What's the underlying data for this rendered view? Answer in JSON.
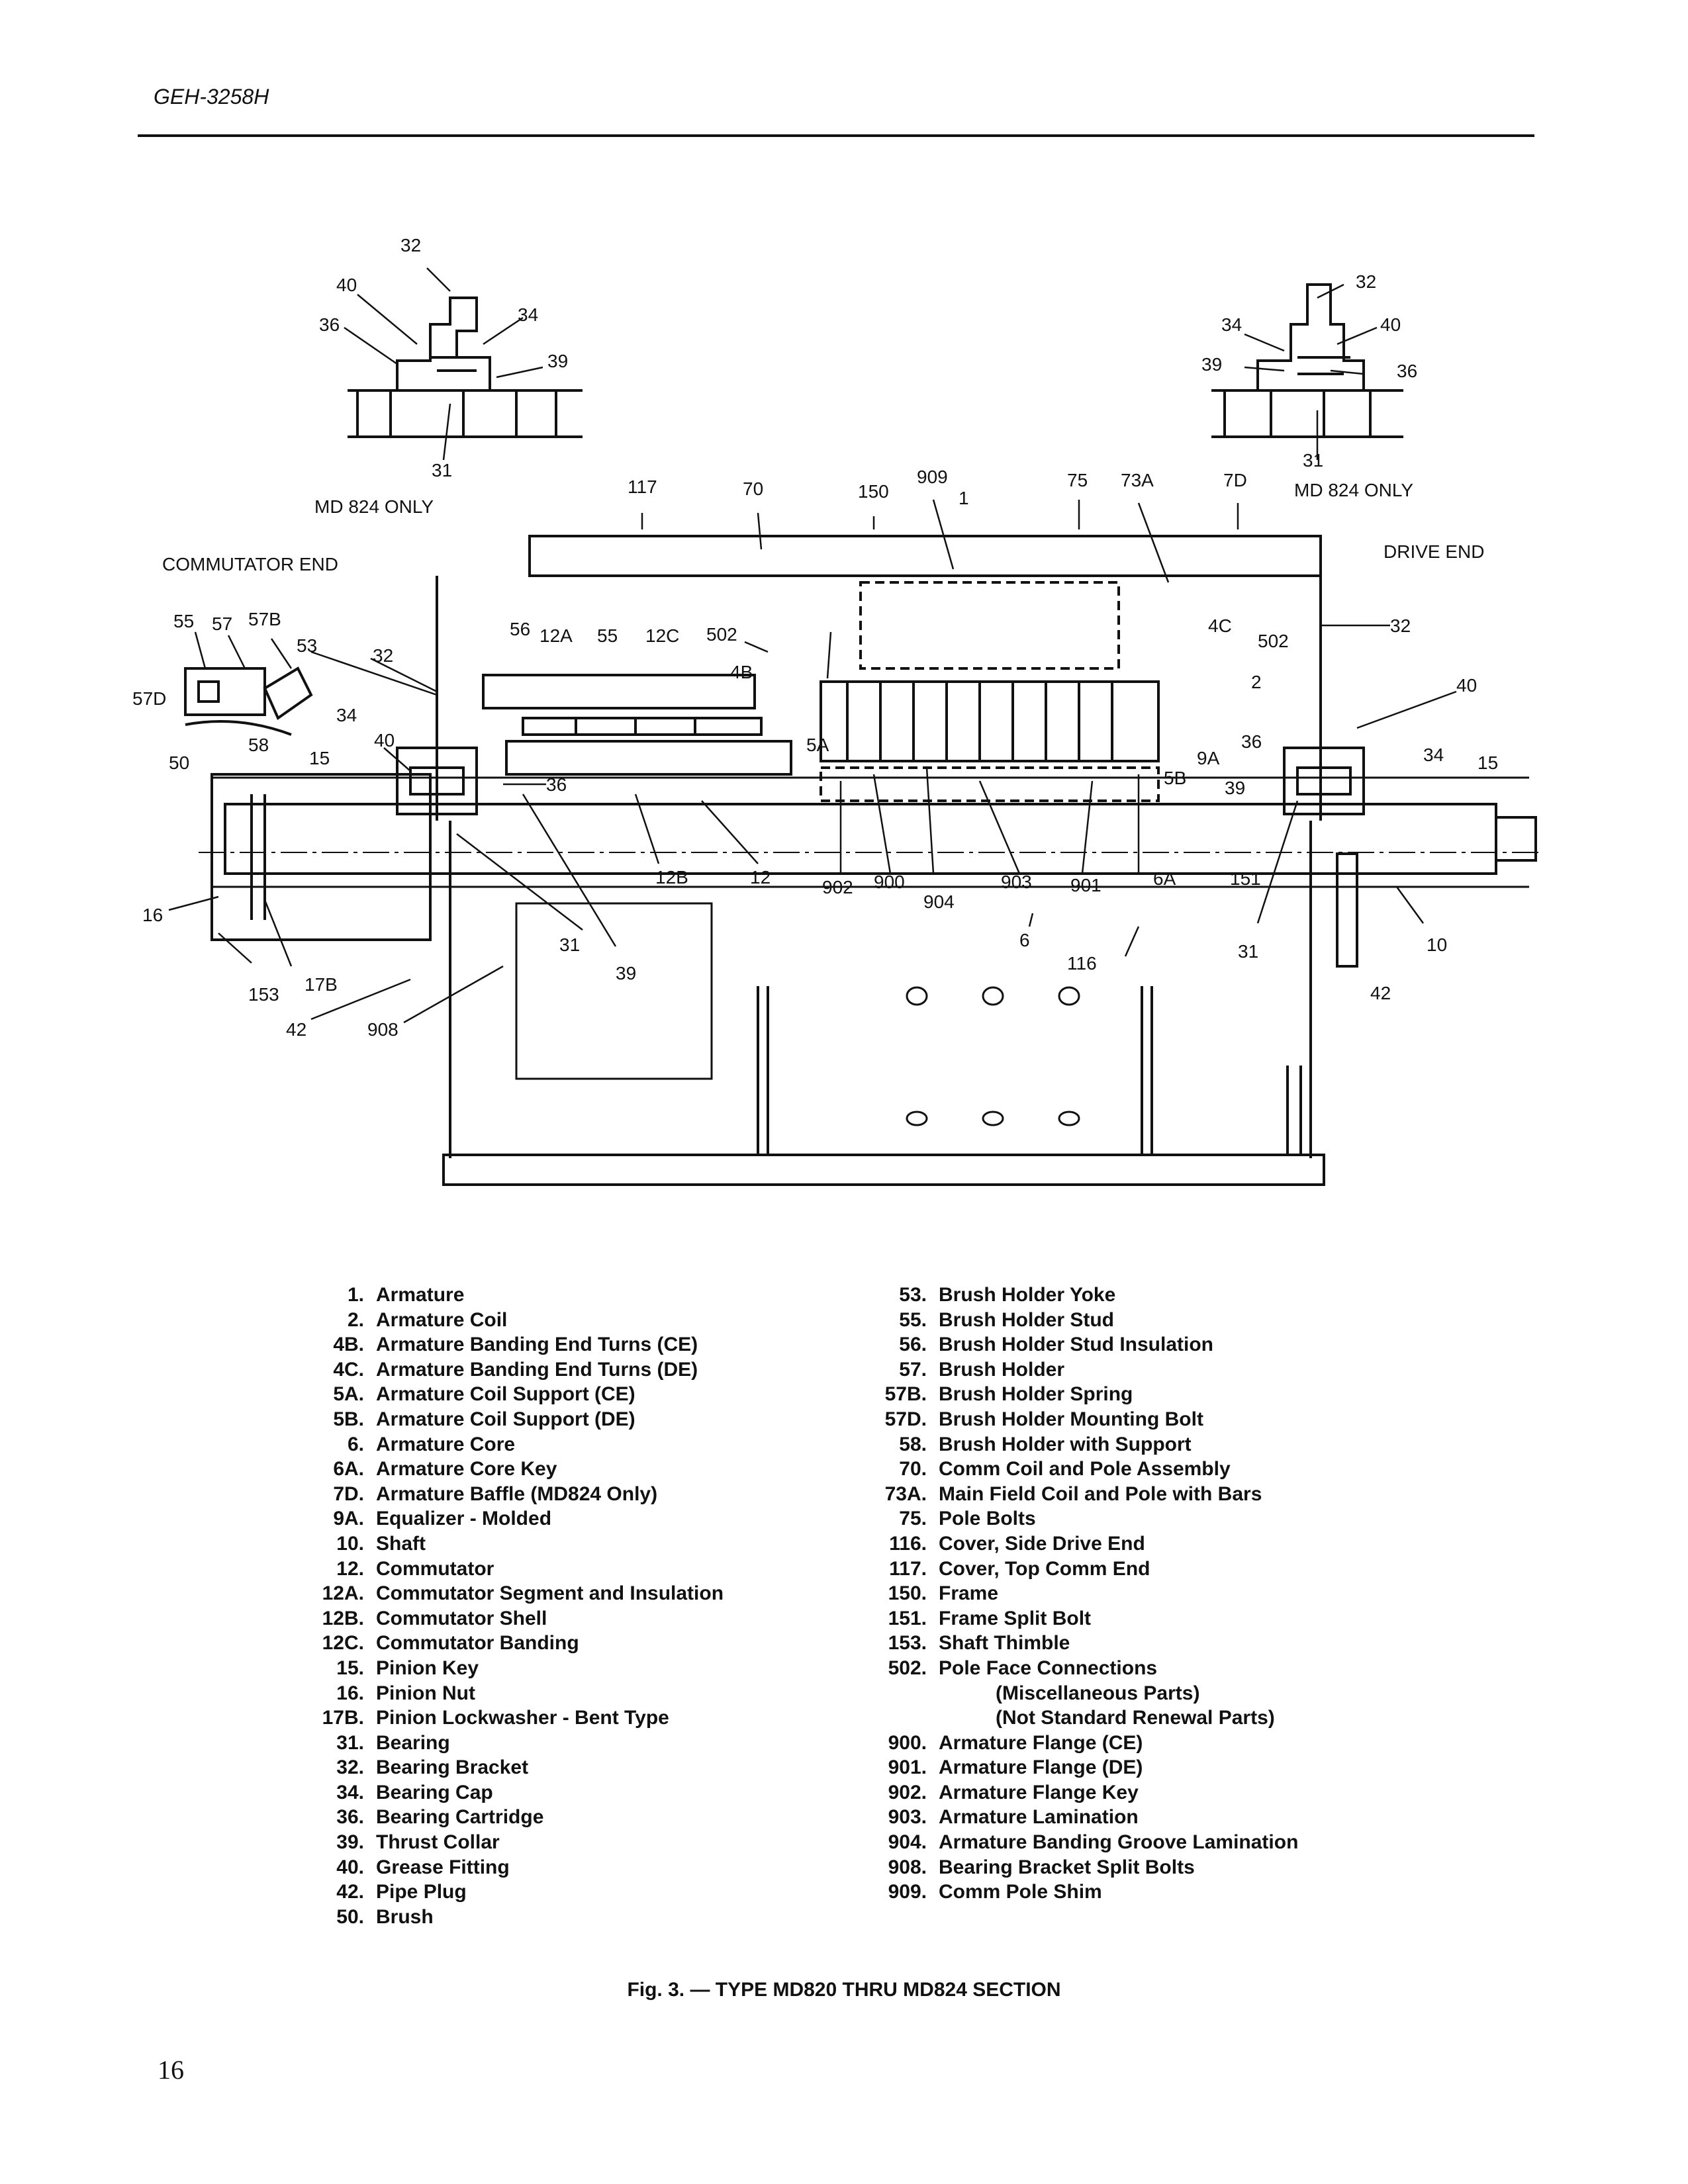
{
  "header": {
    "doc_id": "GEH-3258H"
  },
  "drawing": {
    "end_labels": {
      "commutator_end": "COMMUTATOR END",
      "drive_end": "DRIVE END"
    },
    "inset_note_left": "MD 824 ONLY",
    "inset_note_right": "MD 824 ONLY",
    "callouts": [
      "32",
      "40",
      "36",
      "34",
      "39",
      "31",
      "32",
      "34",
      "40",
      "39",
      "36",
      "31",
      "117",
      "70",
      "150",
      "909",
      "1",
      "75",
      "73A",
      "7D",
      "55",
      "57",
      "57B",
      "53",
      "57D",
      "50",
      "58",
      "32",
      "56",
      "12A",
      "55",
      "12C",
      "502",
      "4B",
      "4C",
      "502",
      "2",
      "32",
      "40",
      "34",
      "40",
      "15",
      "36",
      "5A",
      "9A",
      "5B",
      "36",
      "34",
      "15",
      "39",
      "12B",
      "12",
      "902",
      "900",
      "904",
      "903",
      "901",
      "6A",
      "151",
      "16",
      "31",
      "39",
      "6",
      "116",
      "31",
      "10",
      "153",
      "17B",
      "42",
      "908",
      "42"
    ]
  },
  "legend_left": [
    {
      "num": "1.",
      "label": "Armature"
    },
    {
      "num": "2.",
      "label": "Armature Coil"
    },
    {
      "num": "4B.",
      "label": "Armature Banding End Turns (CE)"
    },
    {
      "num": "4C.",
      "label": "Armature Banding End Turns (DE)"
    },
    {
      "num": "5A.",
      "label": "Armature Coil Support (CE)"
    },
    {
      "num": "5B.",
      "label": "Armature Coil Support (DE)"
    },
    {
      "num": "6.",
      "label": "Armature Core"
    },
    {
      "num": "6A.",
      "label": "Armature Core Key"
    },
    {
      "num": "7D.",
      "label": "Armature Baffle (MD824 Only)"
    },
    {
      "num": "9A.",
      "label": "Equalizer - Molded"
    },
    {
      "num": "10.",
      "label": "Shaft"
    },
    {
      "num": "12.",
      "label": "Commutator"
    },
    {
      "num": "12A.",
      "label": "Commutator Segment and Insulation"
    },
    {
      "num": "12B.",
      "label": "Commutator Shell"
    },
    {
      "num": "12C.",
      "label": "Commutator Banding"
    },
    {
      "num": "15.",
      "label": "Pinion Key"
    },
    {
      "num": "16.",
      "label": "Pinion Nut"
    },
    {
      "num": "17B.",
      "label": "Pinion Lockwasher - Bent Type"
    },
    {
      "num": "31.",
      "label": "Bearing"
    },
    {
      "num": "32.",
      "label": "Bearing Bracket"
    },
    {
      "num": "34.",
      "label": "Bearing Cap"
    },
    {
      "num": "36.",
      "label": "Bearing Cartridge"
    },
    {
      "num": "39.",
      "label": "Thrust Collar"
    },
    {
      "num": "40.",
      "label": "Grease Fitting"
    },
    {
      "num": "42.",
      "label": "Pipe Plug"
    },
    {
      "num": "50.",
      "label": "Brush"
    }
  ],
  "legend_right": [
    {
      "num": "53.",
      "label": "Brush Holder Yoke"
    },
    {
      "num": "55.",
      "label": "Brush Holder Stud"
    },
    {
      "num": "56.",
      "label": "Brush Holder Stud Insulation"
    },
    {
      "num": "57.",
      "label": "Brush Holder"
    },
    {
      "num": "57B.",
      "label": "Brush Holder Spring"
    },
    {
      "num": "57D.",
      "label": "Brush Holder Mounting Bolt"
    },
    {
      "num": "58.",
      "label": "Brush Holder with Support"
    },
    {
      "num": "70.",
      "label": "Comm Coil and Pole Assembly"
    },
    {
      "num": "73A.",
      "label": "Main Field Coil and Pole with Bars"
    },
    {
      "num": "75.",
      "label": "Pole Bolts"
    },
    {
      "num": "116.",
      "label": "Cover, Side Drive End"
    },
    {
      "num": "117.",
      "label": "Cover, Top Comm End"
    },
    {
      "num": "150.",
      "label": "Frame"
    },
    {
      "num": "151.",
      "label": "Frame Split Bolt"
    },
    {
      "num": "153.",
      "label": "Shaft Thimble"
    },
    {
      "num": "502.",
      "label": "Pole Face Connections"
    }
  ],
  "legend_right_notes": [
    "(Miscellaneous Parts)",
    "(Not Standard Renewal Parts)"
  ],
  "legend_right_misc": [
    {
      "num": "900.",
      "label": "Armature Flange (CE)"
    },
    {
      "num": "901.",
      "label": "Armature Flange (DE)"
    },
    {
      "num": "902.",
      "label": "Armature Flange Key"
    },
    {
      "num": "903.",
      "label": "Armature Lamination"
    },
    {
      "num": "904.",
      "label": "Armature Banding Groove Lamination"
    },
    {
      "num": "908.",
      "label": "Bearing Bracket Split Bolts"
    },
    {
      "num": "909.",
      "label": "Comm Pole Shim"
    }
  ],
  "caption": "Fig. 3. — TYPE MD820 THRU MD824 SECTION",
  "page_number": "16"
}
